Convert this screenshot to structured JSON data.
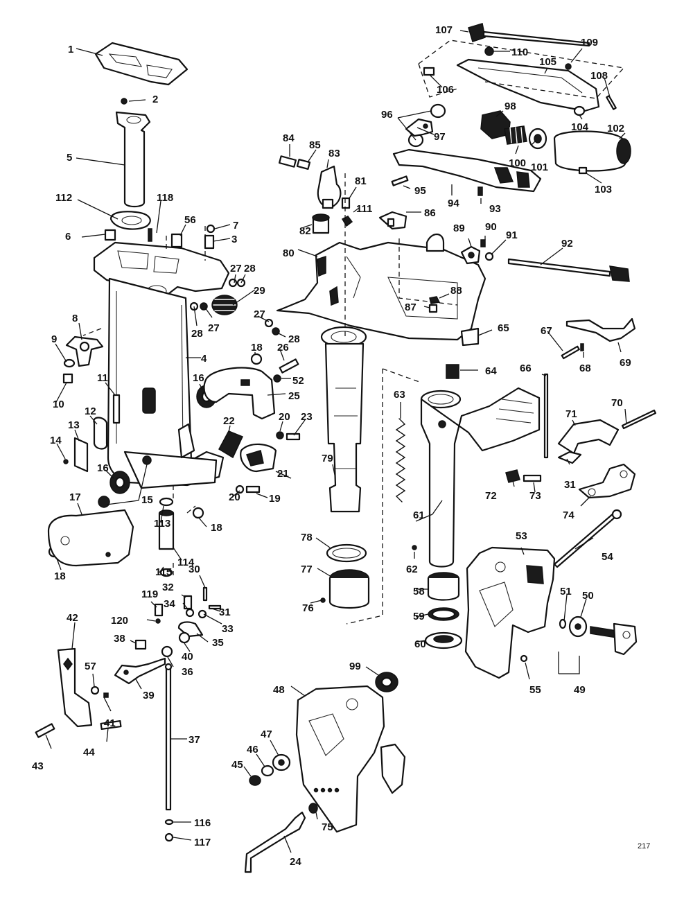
{
  "page_number": "217",
  "callouts": [
    {
      "label": "1"
    },
    {
      "label": "2"
    },
    {
      "label": "5"
    },
    {
      "label": "112"
    },
    {
      "label": "118"
    },
    {
      "label": "6"
    },
    {
      "label": "56"
    },
    {
      "label": "7"
    },
    {
      "label": "3"
    },
    {
      "label": "27"
    },
    {
      "label": "28"
    },
    {
      "label": "29"
    },
    {
      "label": "28"
    },
    {
      "label": "27"
    },
    {
      "label": "27"
    },
    {
      "label": "28"
    },
    {
      "label": "8"
    },
    {
      "label": "9"
    },
    {
      "label": "10"
    },
    {
      "label": "4"
    },
    {
      "label": "18"
    },
    {
      "label": "26"
    },
    {
      "label": "52"
    },
    {
      "label": "25"
    },
    {
      "label": "16"
    },
    {
      "label": "11"
    },
    {
      "label": "12"
    },
    {
      "label": "13"
    },
    {
      "label": "14"
    },
    {
      "label": "16"
    },
    {
      "label": "22"
    },
    {
      "label": "20"
    },
    {
      "label": "23"
    },
    {
      "label": "21"
    },
    {
      "label": "15"
    },
    {
      "label": "17"
    },
    {
      "label": "113"
    },
    {
      "label": "114"
    },
    {
      "label": "18"
    },
    {
      "label": "20"
    },
    {
      "label": "19"
    },
    {
      "label": "18"
    },
    {
      "label": "115"
    },
    {
      "label": "119"
    },
    {
      "label": "32"
    },
    {
      "label": "30"
    },
    {
      "label": "34"
    },
    {
      "label": "31"
    },
    {
      "label": "120"
    },
    {
      "label": "33"
    },
    {
      "label": "38"
    },
    {
      "label": "35"
    },
    {
      "label": "40"
    },
    {
      "label": "36"
    },
    {
      "label": "42"
    },
    {
      "label": "57"
    },
    {
      "label": "39"
    },
    {
      "label": "41"
    },
    {
      "label": "43"
    },
    {
      "label": "44"
    },
    {
      "label": "37"
    },
    {
      "label": "116"
    },
    {
      "label": "117"
    },
    {
      "label": "107"
    },
    {
      "label": "110"
    },
    {
      "label": "109"
    },
    {
      "label": "105"
    },
    {
      "label": "108"
    },
    {
      "label": "106"
    },
    {
      "label": "96"
    },
    {
      "label": "98"
    },
    {
      "label": "97"
    },
    {
      "label": "104"
    },
    {
      "label": "102"
    },
    {
      "label": "84"
    },
    {
      "label": "85"
    },
    {
      "label": "83"
    },
    {
      "label": "100"
    },
    {
      "label": "101"
    },
    {
      "label": "81"
    },
    {
      "label": "95"
    },
    {
      "label": "94"
    },
    {
      "label": "93"
    },
    {
      "label": "103"
    },
    {
      "label": "111"
    },
    {
      "label": "86"
    },
    {
      "label": "82"
    },
    {
      "label": "89"
    },
    {
      "label": "90"
    },
    {
      "label": "91"
    },
    {
      "label": "92"
    },
    {
      "label": "80"
    },
    {
      "label": "88"
    },
    {
      "label": "87"
    },
    {
      "label": "65"
    },
    {
      "label": "67"
    },
    {
      "label": "68"
    },
    {
      "label": "69"
    },
    {
      "label": "64"
    },
    {
      "label": "66"
    },
    {
      "label": "63"
    },
    {
      "label": "70"
    },
    {
      "label": "71"
    },
    {
      "label": "79"
    },
    {
      "label": "31"
    },
    {
      "label": "72"
    },
    {
      "label": "73"
    },
    {
      "label": "74"
    },
    {
      "label": "61"
    },
    {
      "label": "78"
    },
    {
      "label": "53"
    },
    {
      "label": "54"
    },
    {
      "label": "62"
    },
    {
      "label": "77"
    },
    {
      "label": "76"
    },
    {
      "label": "58"
    },
    {
      "label": "51"
    },
    {
      "label": "50"
    },
    {
      "label": "59"
    },
    {
      "label": "60"
    },
    {
      "label": "55"
    },
    {
      "label": "49"
    },
    {
      "label": "99"
    },
    {
      "label": "48"
    },
    {
      "label": "47"
    },
    {
      "label": "46"
    },
    {
      "label": "45"
    },
    {
      "label": "75"
    },
    {
      "label": "24"
    }
  ]
}
